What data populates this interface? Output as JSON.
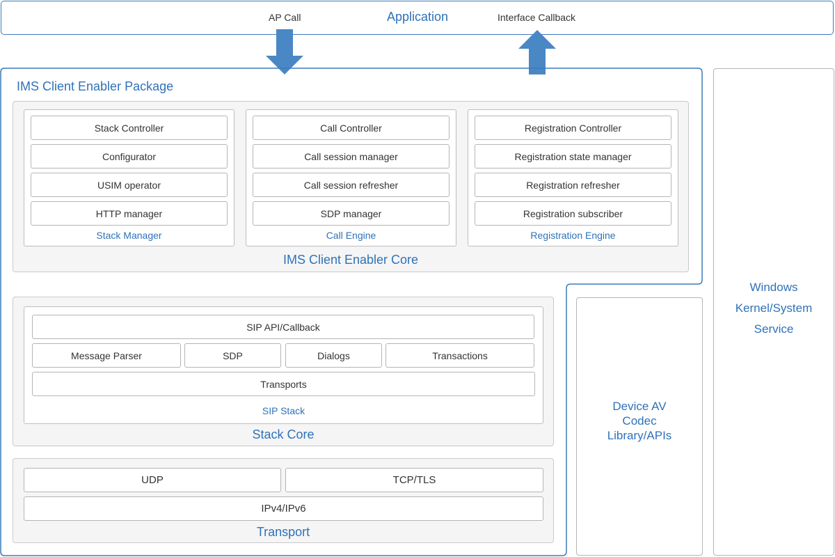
{
  "application": {
    "title": "Application",
    "left_label": "AP Call",
    "right_label": "Interface  Callback"
  },
  "package": {
    "title": "IMS Client Enabler Package"
  },
  "core": {
    "title": "IMS Client Enabler Core",
    "groups": [
      {
        "title": "Stack Manager",
        "items": [
          "Stack Controller",
          "Configurator",
          "USIM operator",
          "HTTP manager"
        ]
      },
      {
        "title": "Call Engine",
        "items": [
          "Call Controller",
          "Call session manager",
          "Call session refresher",
          "SDP manager"
        ]
      },
      {
        "title": "Registration Engine",
        "items": [
          "Registration Controller",
          "Registration state manager",
          "Registration refresher",
          "Registration subscriber"
        ]
      }
    ]
  },
  "stack_core": {
    "title": "Stack Core",
    "sip_stack": {
      "title": "SIP Stack",
      "api": "SIP API/Callback",
      "row": [
        "Message Parser",
        "SDP",
        "Dialogs",
        "Transactions"
      ],
      "transports": "Transports"
    }
  },
  "transport": {
    "title": "Transport",
    "row": [
      "UDP",
      "TCP/TLS"
    ],
    "ip": "IPv4/IPv6"
  },
  "device_av": {
    "lines": [
      "Device AV",
      "Codec",
      "Library/APIs"
    ]
  },
  "windows": {
    "lines": [
      "Windows",
      "Kernel/System",
      "Service"
    ]
  },
  "colors": {
    "accent": "#2f72b8",
    "border_blue": "#3d7ab8",
    "arrow": "#4a87c5"
  }
}
